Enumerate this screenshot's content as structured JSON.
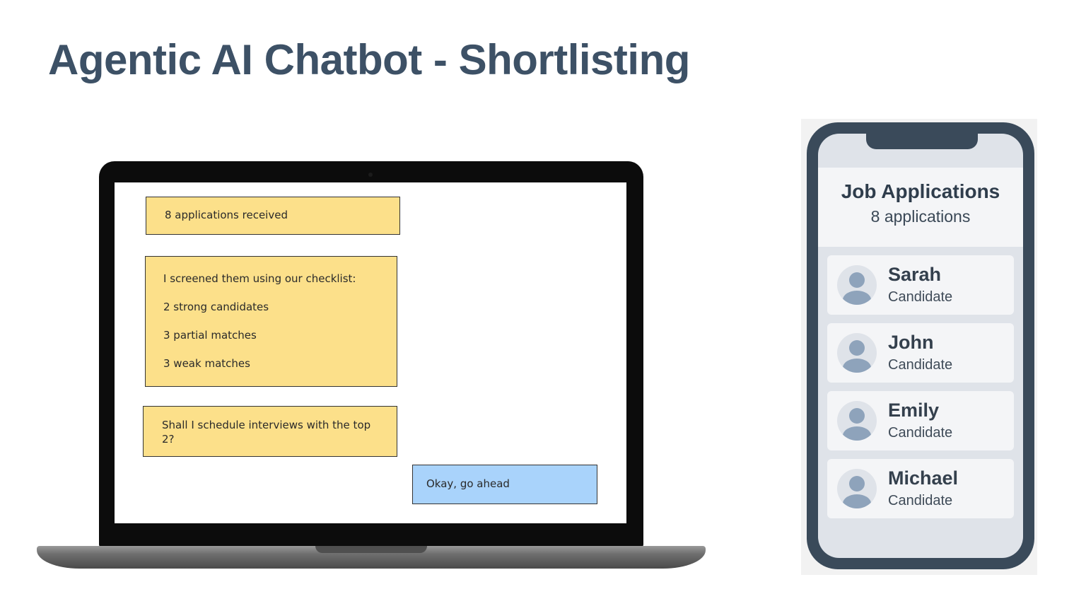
{
  "title": "Agentic AI Chatbot - Shortlisting",
  "chat": {
    "messages": [
      {
        "sender": "bot",
        "lines": [
          "8 applications received"
        ]
      },
      {
        "sender": "bot",
        "lines": [
          "I screened them using our checklist:",
          "2 strong candidates",
          "3 partial matches",
          "3 weak matches"
        ]
      },
      {
        "sender": "bot",
        "lines": [
          "Shall I schedule interviews with the top 2?"
        ]
      },
      {
        "sender": "user",
        "lines": [
          "Okay, go ahead"
        ]
      }
    ]
  },
  "phone": {
    "title": "Job Applications",
    "subtitle": "8 applications",
    "candidates": [
      {
        "name": "Sarah",
        "role": "Candidate"
      },
      {
        "name": "John",
        "role": "Candidate"
      },
      {
        "name": "Emily",
        "role": "Candidate"
      },
      {
        "name": "Michael",
        "role": "Candidate"
      }
    ]
  },
  "colors": {
    "title": "#3d5166",
    "bot_bubble": "#fce08a",
    "user_bubble": "#a9d3fb",
    "phone_frame": "#3a4a5a"
  },
  "icons": {
    "avatar": "user-avatar-icon"
  }
}
